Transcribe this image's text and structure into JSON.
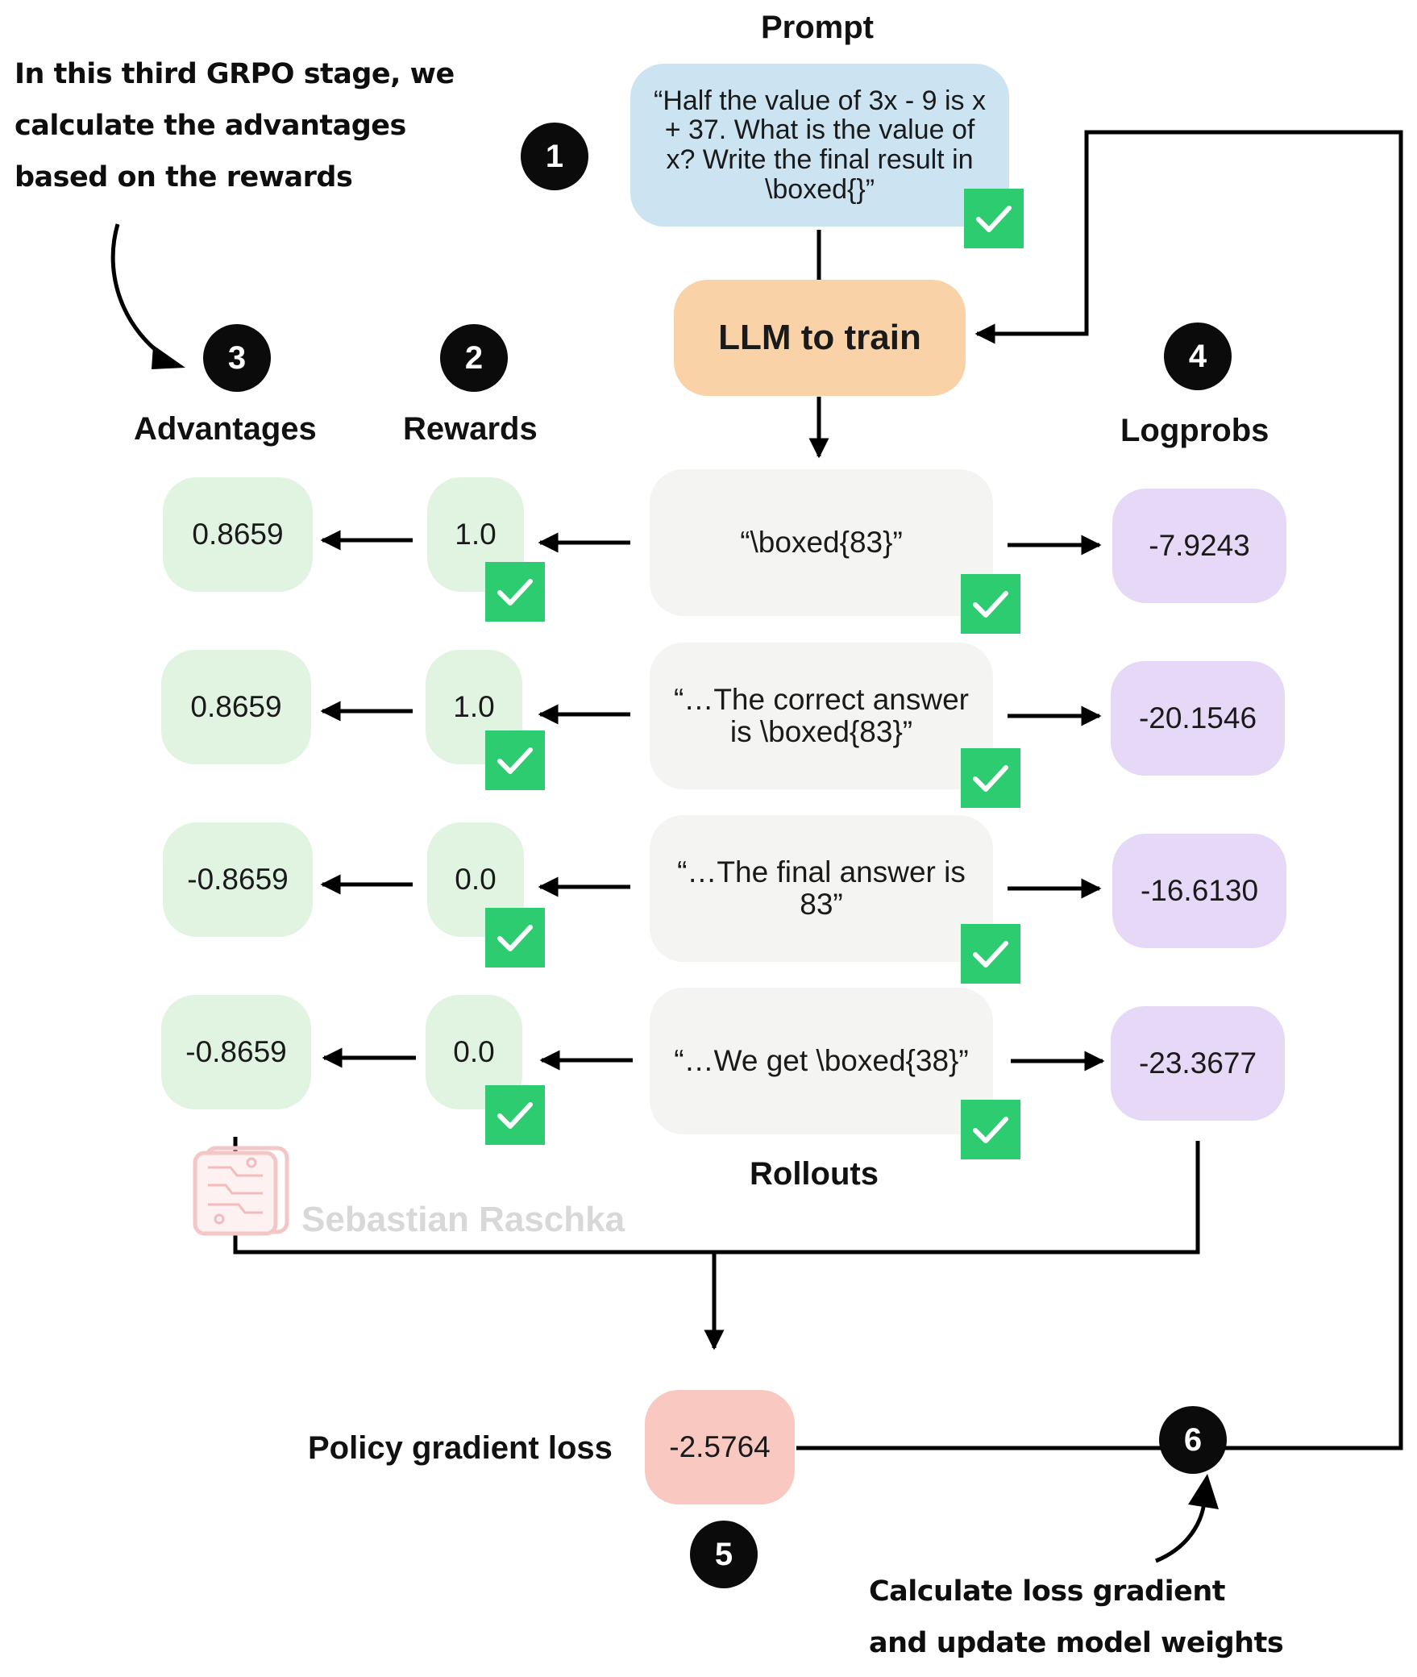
{
  "annotation_top": "In this third GRPO stage, we calculate the advantages based on the rewards",
  "annotation_bottom": "Calculate loss gradient and update model weights",
  "prompt": {
    "heading": "Prompt",
    "text": "“Half the value of 3x - 9 is  x + 37. What is the value of x? Write the final result in \\boxed{}”"
  },
  "llm": {
    "label": "LLM to train"
  },
  "steps": {
    "s1": "1",
    "s2": "2",
    "s3": "3",
    "s4": "4",
    "s5": "5",
    "s6": "6"
  },
  "headings": {
    "advantages": "Advantages",
    "rewards": "Rewards",
    "logprobs": "Logprobs",
    "rollouts": "Rollouts"
  },
  "rows": [
    {
      "rollout": "“\\boxed{83}”",
      "reward": "1.0",
      "advantage": "0.8659",
      "logprob": "-7.9243"
    },
    {
      "rollout": "“…The correct answer is \\boxed{83}”",
      "reward": "1.0",
      "advantage": "0.8659",
      "logprob": "-20.1546"
    },
    {
      "rollout": "“…The final answer is 83”",
      "reward": "0.0",
      "advantage": "-0.8659",
      "logprob": "-16.6130"
    },
    {
      "rollout": "“…We get \\boxed{38}”",
      "reward": "0.0",
      "advantage": "-0.8659",
      "logprob": "-23.3677"
    }
  ],
  "loss": {
    "label": "Policy gradient loss",
    "value": "-2.5764"
  },
  "watermark": {
    "text": "Sebastian Raschka"
  },
  "colors": {
    "check": "#2ecc71",
    "prompt": "#cce4f2",
    "llm": "#f9d3a7",
    "rollout": "#f4f4f2",
    "advantage": "#e0f4e1",
    "logprob": "#e6d9f7",
    "loss": "#f8c8c1"
  }
}
